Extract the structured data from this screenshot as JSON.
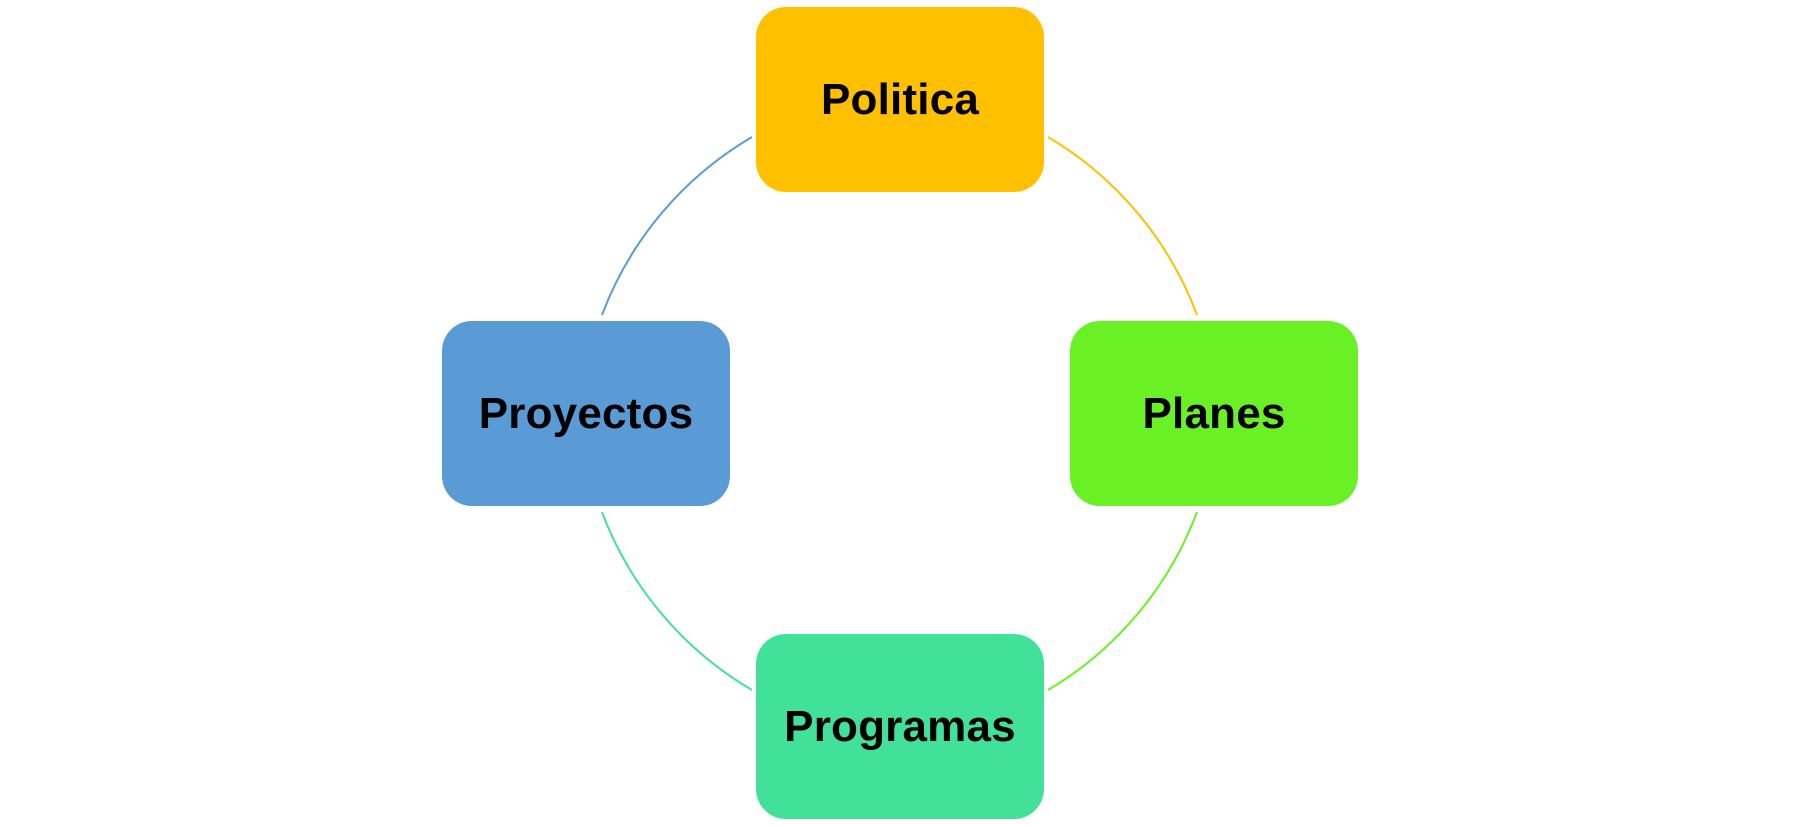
{
  "diagram": {
    "type": "cycle",
    "nodes": [
      {
        "id": "politica",
        "label": "Politica",
        "color": "#FFC000"
      },
      {
        "id": "planes",
        "label": "Planes",
        "color": "#6AF126"
      },
      {
        "id": "programas",
        "label": "Programas",
        "color": "#42E19A"
      },
      {
        "id": "proyectos",
        "label": "Proyectos",
        "color": "#5B9BD5"
      }
    ],
    "connectors": [
      {
        "from": "politica",
        "to": "planes",
        "color": "#FFC000"
      },
      {
        "from": "planes",
        "to": "programas",
        "color": "#6AF126"
      },
      {
        "from": "programas",
        "to": "proyectos",
        "color": "#42E19A"
      },
      {
        "from": "proyectos",
        "to": "politica",
        "color": "#5B9BD5"
      }
    ]
  }
}
